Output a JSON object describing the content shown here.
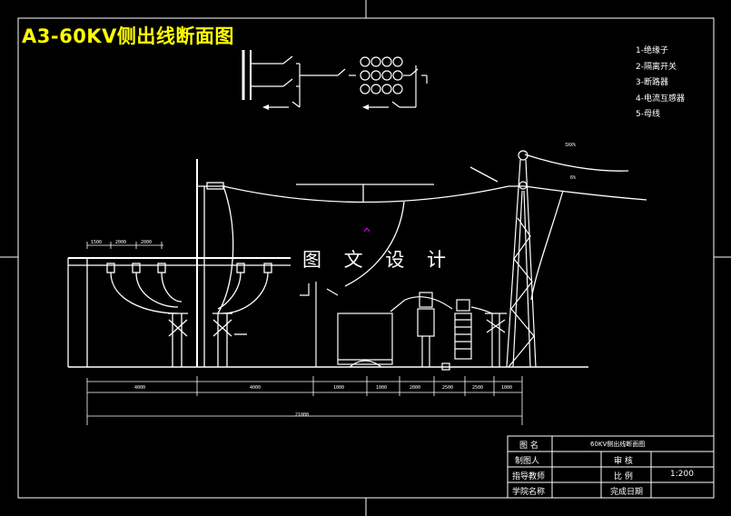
{
  "title": "A3-60KV侧出线断面图",
  "legend": [
    "1-绝缘子",
    "2-隔离开关",
    "3-断路器",
    "4-电流互感器",
    "5-母线"
  ],
  "watermark": "图 文 设 计",
  "title_block": {
    "r1_label": "图 名",
    "r1_value": "60KV侧出线断面图",
    "r2_label": "制图人",
    "r2_mid": "审 核",
    "r3_label": "指导教师",
    "r3_mid": "比 例",
    "r3_value": "1:200",
    "r4_label": "学院名称",
    "r4_mid": "完成日期"
  },
  "dimensions": {
    "top1": "1500",
    "top2": "2000",
    "top3": "2000",
    "d1": "4000",
    "d2": "4000",
    "d3": "1000",
    "d4": "1000",
    "d5": "2000",
    "d6": "2500",
    "d7": "2500",
    "d8": "1000",
    "total": "21000",
    "wire1": "3XX%",
    "wire2": "6%"
  },
  "colors": {
    "bg": "#000000",
    "line": "#ffffff",
    "title": "#ffff00",
    "mark": "#ff00ff"
  }
}
